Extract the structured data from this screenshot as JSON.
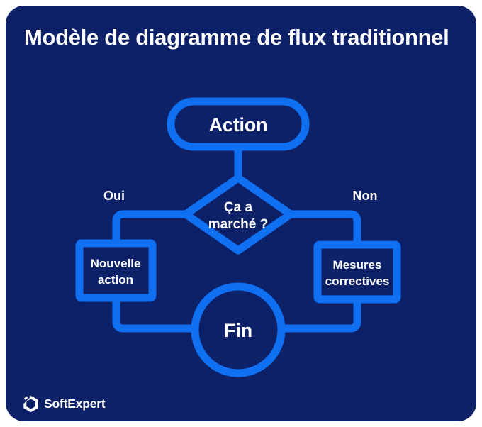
{
  "header": {
    "title": "Modèle de diagramme de flux traditionnel"
  },
  "colors": {
    "page": "#FFFFFF",
    "card": "#0D2169",
    "accent": "#1070F2",
    "ink": "#FFFFFF"
  },
  "flowchart": {
    "start": {
      "label": "Action"
    },
    "decision": {
      "line1": "Ça a",
      "line2": "marché ?"
    },
    "branches": {
      "yes": "Oui",
      "no": "Non"
    },
    "yes_box": {
      "line1": "Nouvelle",
      "line2": "action"
    },
    "no_box": {
      "line1": "Mesures",
      "line2": "correctives"
    },
    "end": {
      "label": "Fin"
    }
  },
  "footer": {
    "brand": "SoftExpert"
  }
}
